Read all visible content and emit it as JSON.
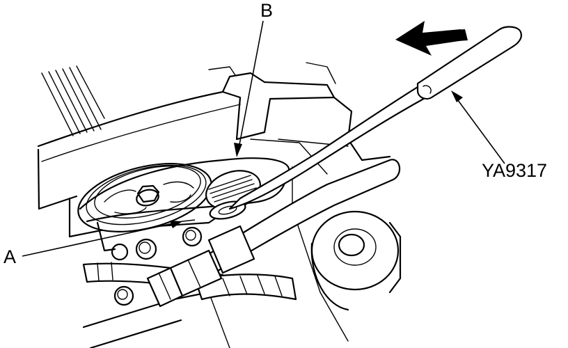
{
  "labels": {
    "a": "A",
    "b": "B",
    "tool": "YA9317"
  },
  "colors": {
    "ink": "#000000",
    "paper": "#ffffff"
  }
}
